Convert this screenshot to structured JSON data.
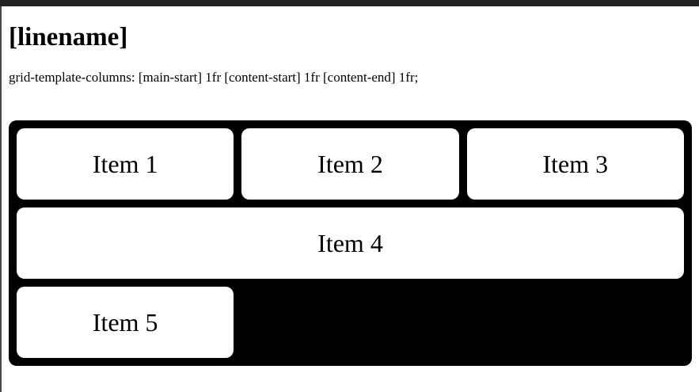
{
  "window": {
    "top_bar_color": "#222222",
    "left_edge_color": "#4a4a4a"
  },
  "page": {
    "title": "[linename]",
    "code_line": "grid-template-columns: [main-start] 1fr [content-start] 1fr [content-end] 1fr;",
    "grid": {
      "container_color": "#000000",
      "item_color": "#ffffff",
      "column_line_names": [
        "main-start",
        "content-start",
        "content-end"
      ],
      "items": [
        {
          "label": "Item 1"
        },
        {
          "label": "Item 2"
        },
        {
          "label": "Item 3"
        },
        {
          "label": "Item 4"
        },
        {
          "label": "Item 5"
        }
      ]
    }
  }
}
